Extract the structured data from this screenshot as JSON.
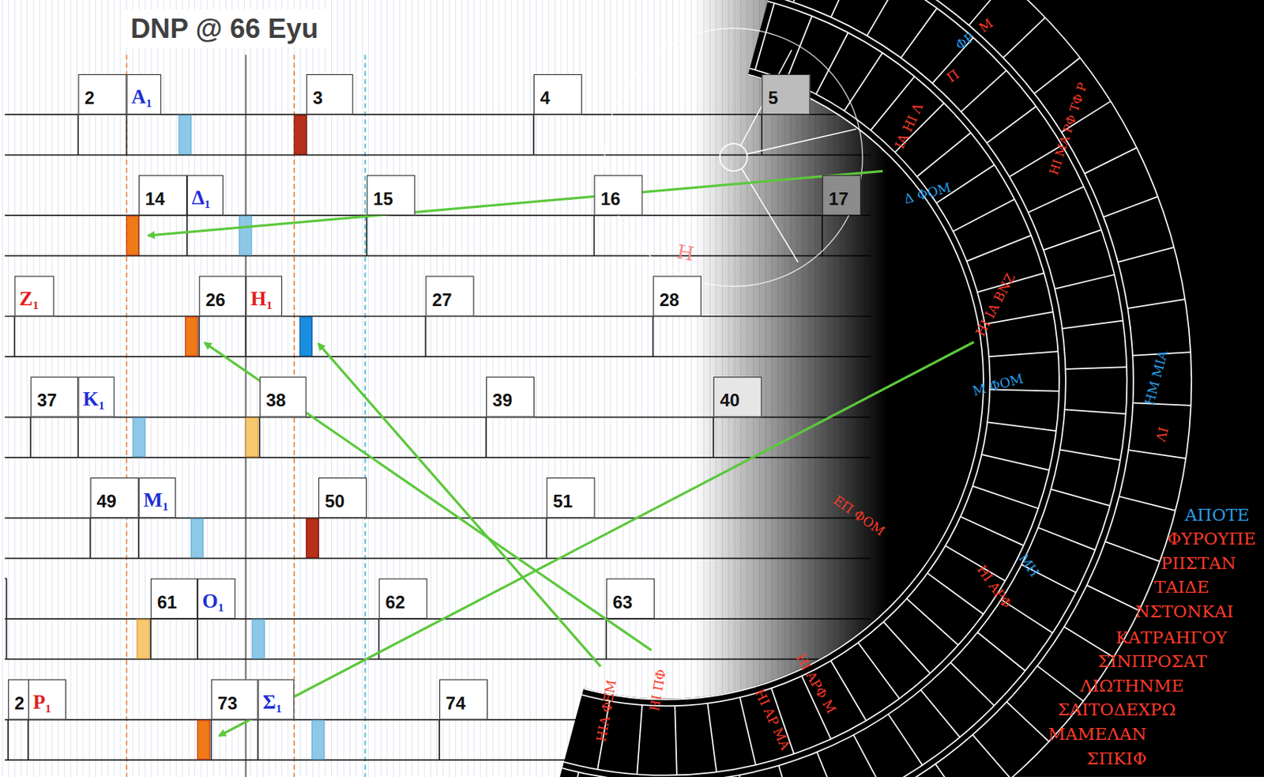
{
  "diagram": {
    "title": "DNP @ 66 Eyu",
    "nodes": [
      {
        "text": [
          "2"
        ]
      },
      {
        "text": [
          "Α₁"
        ]
      },
      {
        "text": [
          "3"
        ]
      },
      {
        "text": [
          "4"
        ]
      },
      {
        "text": [
          "5"
        ]
      },
      {
        "text": [
          "14"
        ]
      },
      {
        "text": [
          "Δ₁"
        ]
      },
      {
        "text": [
          "15"
        ]
      },
      {
        "text": [
          "16"
        ]
      },
      {
        "text": [
          "17"
        ]
      },
      {
        "text": [
          "Ζ₁"
        ]
      },
      {
        "text": [
          "26"
        ]
      },
      {
        "text": [
          "Η₁"
        ]
      },
      {
        "text": [
          "27"
        ]
      },
      {
        "text": [
          "28"
        ]
      },
      {
        "text": [
          "37"
        ]
      },
      {
        "text": [
          "Κ₁"
        ]
      },
      {
        "text": [
          "38"
        ]
      },
      {
        "text": [
          "39"
        ]
      },
      {
        "text": [
          "40"
        ]
      },
      {
        "text": [
          "49"
        ]
      },
      {
        "text": [
          "Μ₁"
        ]
      },
      {
        "text": [
          "50"
        ]
      },
      {
        "text": [
          "51"
        ]
      },
      {
        "text": [
          "61"
        ]
      },
      {
        "text": [
          "Ο₁"
        ]
      },
      {
        "text": [
          "62"
        ]
      },
      {
        "text": [
          "63"
        ]
      },
      {
        "text": [
          "2"
        ]
      },
      {
        "text": [
          "Ρ₁"
        ]
      },
      {
        "text": [
          "73"
        ]
      },
      {
        "text": [
          "Σ₁"
        ]
      },
      {
        "text": [
          "74"
        ]
      }
    ],
    "labels": [
      "ΦΡ",
      "Μ",
      "Π",
      "ΙΑ ΗΙ Λ",
      "Δ ΦΟΜ",
      "ΗΙ ΜΑ ΡΦ ΤΦ Ρ",
      "ΗΙ ΙΑ ΒΝΖ",
      "Μ ΦΟΜ",
      "ΗΜ ΜΙΑ",
      "ΛΙ",
      "ΕΠ ΦΟΜ",
      "ΗΙ ΑΡΦ",
      "ΜΗ",
      "ΗΙ ΑΡΦ Μ",
      "ΗΙ ΑΡ ΜΑ",
      "ΗΙΑ ΦΞΜ",
      "ΗΙ ΠΦ",
      "Η",
      "ΑΠΟΤΕ",
      "ΦΥΡΟΥΠΕ",
      "ΡΙΙΣΤΑΝ",
      "ΤΑΙΔΕ",
      "ΝΣΤΟΝΚΑΙ",
      "ΚΑΤΡΑΗΓΟΥ",
      "ΣΙΝΠΡΟΣΑΤ",
      "ΛΙΩΤΗΝΜΕ",
      "ΣΑΙΤΟΔΕΧΡΩ",
      "ΜΑΜΕΛΑΝ",
      "ΣΠΚΙΦ"
    ]
  }
}
